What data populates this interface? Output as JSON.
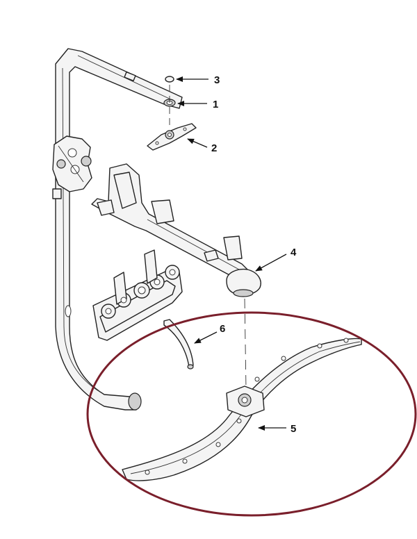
{
  "colors": {
    "highlight": "#7a1f2b",
    "line": "#222222",
    "part_fill": "#f4f4f4"
  },
  "callouts": [
    {
      "id": "1",
      "label": "1"
    },
    {
      "id": "2",
      "label": "2"
    },
    {
      "id": "3",
      "label": "3"
    },
    {
      "id": "4",
      "label": "4"
    },
    {
      "id": "5",
      "label": "5"
    },
    {
      "id": "6",
      "label": "6"
    }
  ],
  "highlighted_part": "5"
}
